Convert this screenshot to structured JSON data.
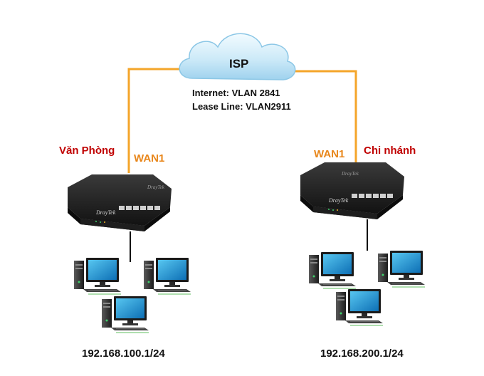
{
  "diagram": {
    "isp": {
      "label": "ISP"
    },
    "vlans": {
      "internet": "Internet: VLAN 2841",
      "lease_line": "Lease Line: VLAN2911"
    },
    "left_site": {
      "name": "Văn Phòng",
      "wan_label": "WAN1",
      "router_brand": "DrayTek",
      "subnet": "192.168.100.1/24"
    },
    "right_site": {
      "name": "Chi nhánh",
      "wan_label": "WAN1",
      "router_brand": "DrayTek",
      "subnet": "192.168.200.1/24"
    },
    "colors": {
      "wan_link": "#f4a52a",
      "site_name": "#c00000",
      "wan_label": "#e8861a",
      "cloud": "#bfe3f6"
    }
  }
}
